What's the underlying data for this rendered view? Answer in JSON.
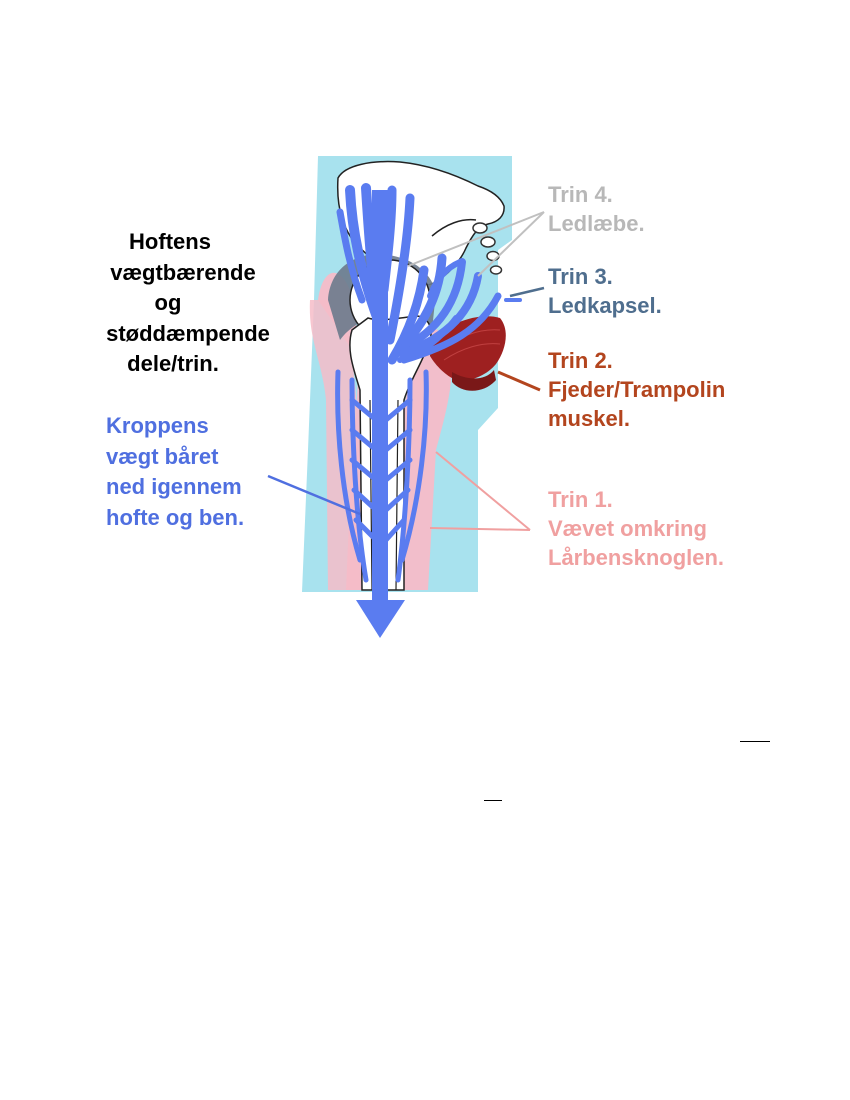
{
  "diagram": {
    "title_lines": [
      "Hoftens",
      "vægtbærende",
      "og",
      "støddæmpende",
      "dele/trin."
    ],
    "body_weight_lines": [
      "Kroppens",
      "vægt båret",
      "ned igennem",
      "hofte og ben."
    ],
    "steps": [
      {
        "heading": "Trin 4.",
        "text": "Ledlæbe.",
        "color": "#b8b8b8"
      },
      {
        "heading": "Trin 3.",
        "text": "Ledkapsel.",
        "color": "#4f6e8e"
      },
      {
        "heading": "Trin 2.",
        "text": "Fjeder/Trampolin",
        "text2": "muskel.",
        "color": "#b3451e"
      },
      {
        "heading": "Trin 1.",
        "text": "Vævet omkring",
        "text2": "Lårbensknoglen.",
        "color": "#f0a0a0"
      }
    ],
    "colors": {
      "background_tissue": "#a8e2ee",
      "soft_tissue": "#f6bcc8",
      "arrow": "#5a7cf0",
      "muscle": "#9e2020",
      "capsule": "#6b7a8c",
      "bone": "#ffffff"
    }
  }
}
